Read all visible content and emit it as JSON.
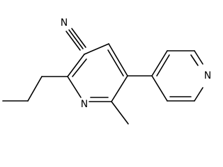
{
  "molecule": {
    "atoms": {
      "nitrile_n": "N",
      "pyridine_n": "N",
      "pyridyl_n": "N"
    },
    "colors": {
      "bond": "#000000",
      "label": "#000000",
      "background": "#ffffff"
    }
  }
}
